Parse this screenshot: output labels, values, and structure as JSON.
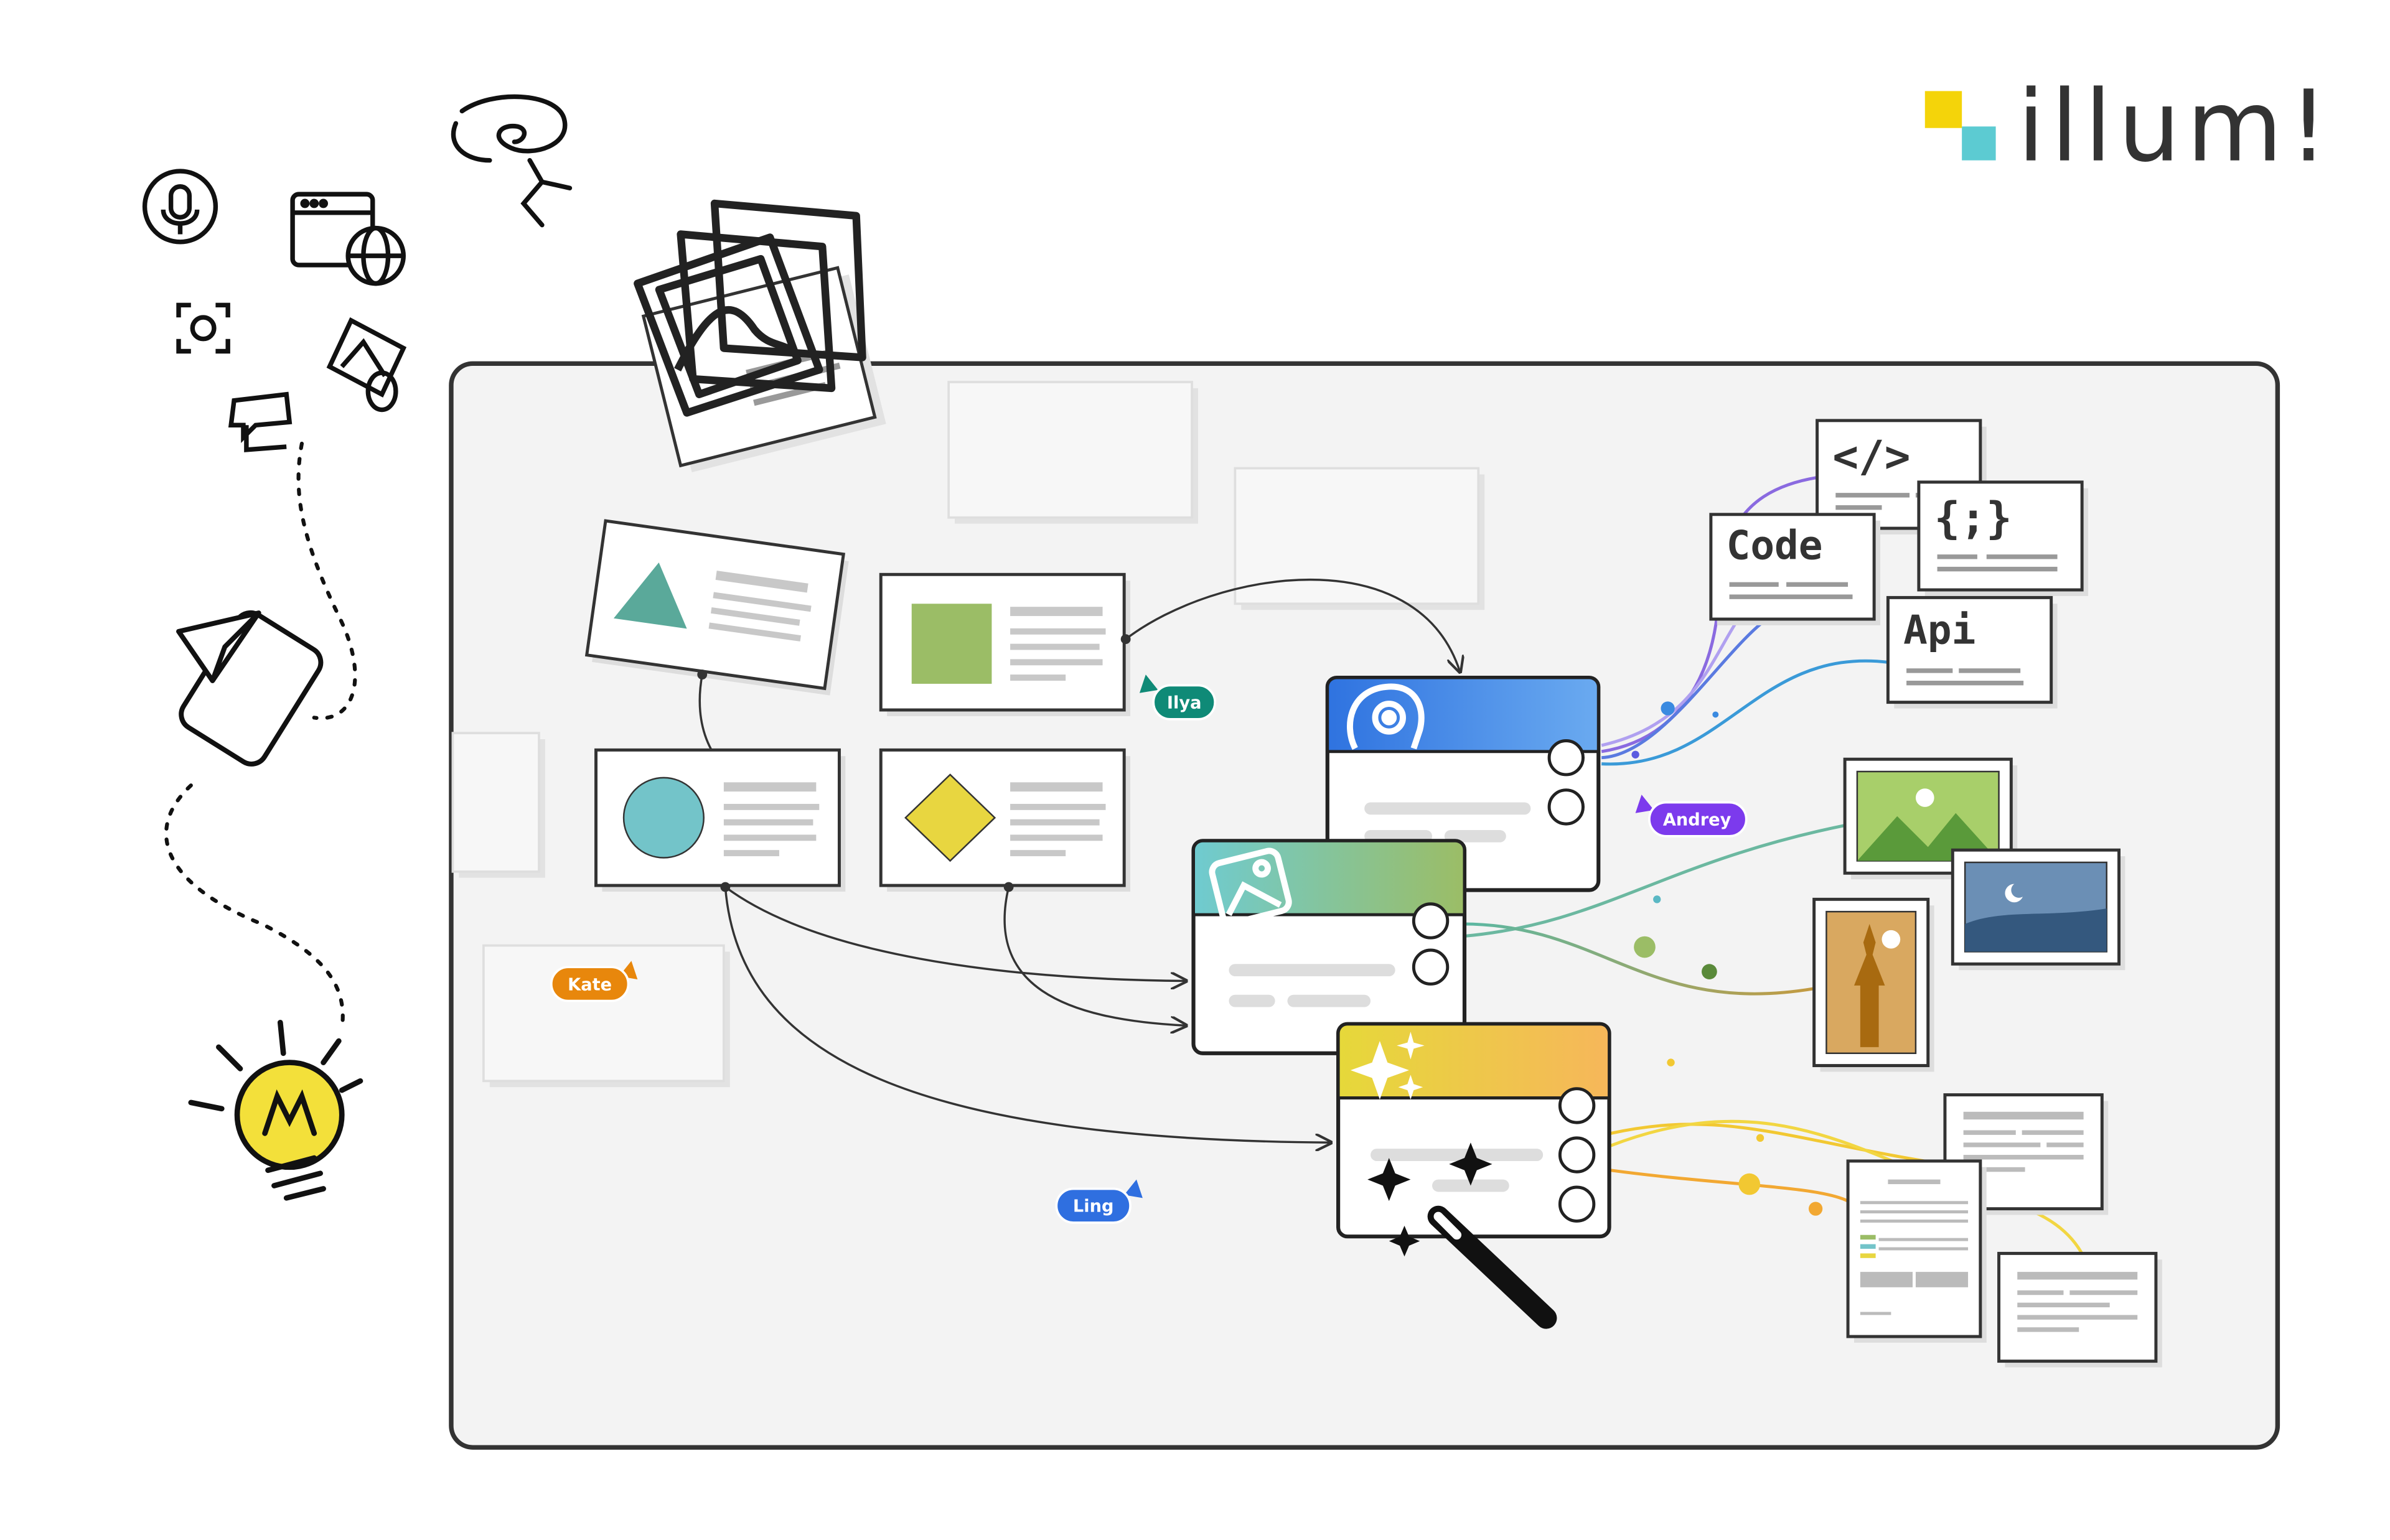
{
  "brand": {
    "logo_text": "illum!",
    "colors": {
      "yellow": "#f4d40a",
      "teal": "#5ccbd2",
      "dark": "#333333"
    }
  },
  "cursors": [
    {
      "id": "ilya",
      "label": "Ilya",
      "color": "#0f8a77"
    },
    {
      "id": "andrey",
      "label": "Andrey",
      "color": "#7c3aed"
    },
    {
      "id": "kate",
      "label": "Kate",
      "color": "#e8870c"
    },
    {
      "id": "ling",
      "label": "Ling",
      "color": "#2f6fe0"
    }
  ],
  "output_cards": {
    "code": "Code",
    "api": "Api",
    "html_tag": "</>",
    "json_brace": "{;}"
  },
  "colors": {
    "canvas": "#f3f3f3",
    "triangle": "#5aa99a",
    "square": "#9bbd66",
    "circle": "#73c4c9",
    "diamond": "#e8d640",
    "gear_node": "#3a7ee0",
    "image_node": "#79c8c6",
    "magic_node": "#f1d43a"
  },
  "icons": [
    "mic-icon",
    "browser-globe-icon",
    "camera-icon",
    "image-attachment-icon",
    "chat-icon",
    "paper-plane-phone-icon",
    "lightbulb-icon",
    "pointer-hand-icon",
    "photo-stack-icon",
    "gear-head-icon",
    "magic-wand-icon",
    "sparkles-icon"
  ]
}
